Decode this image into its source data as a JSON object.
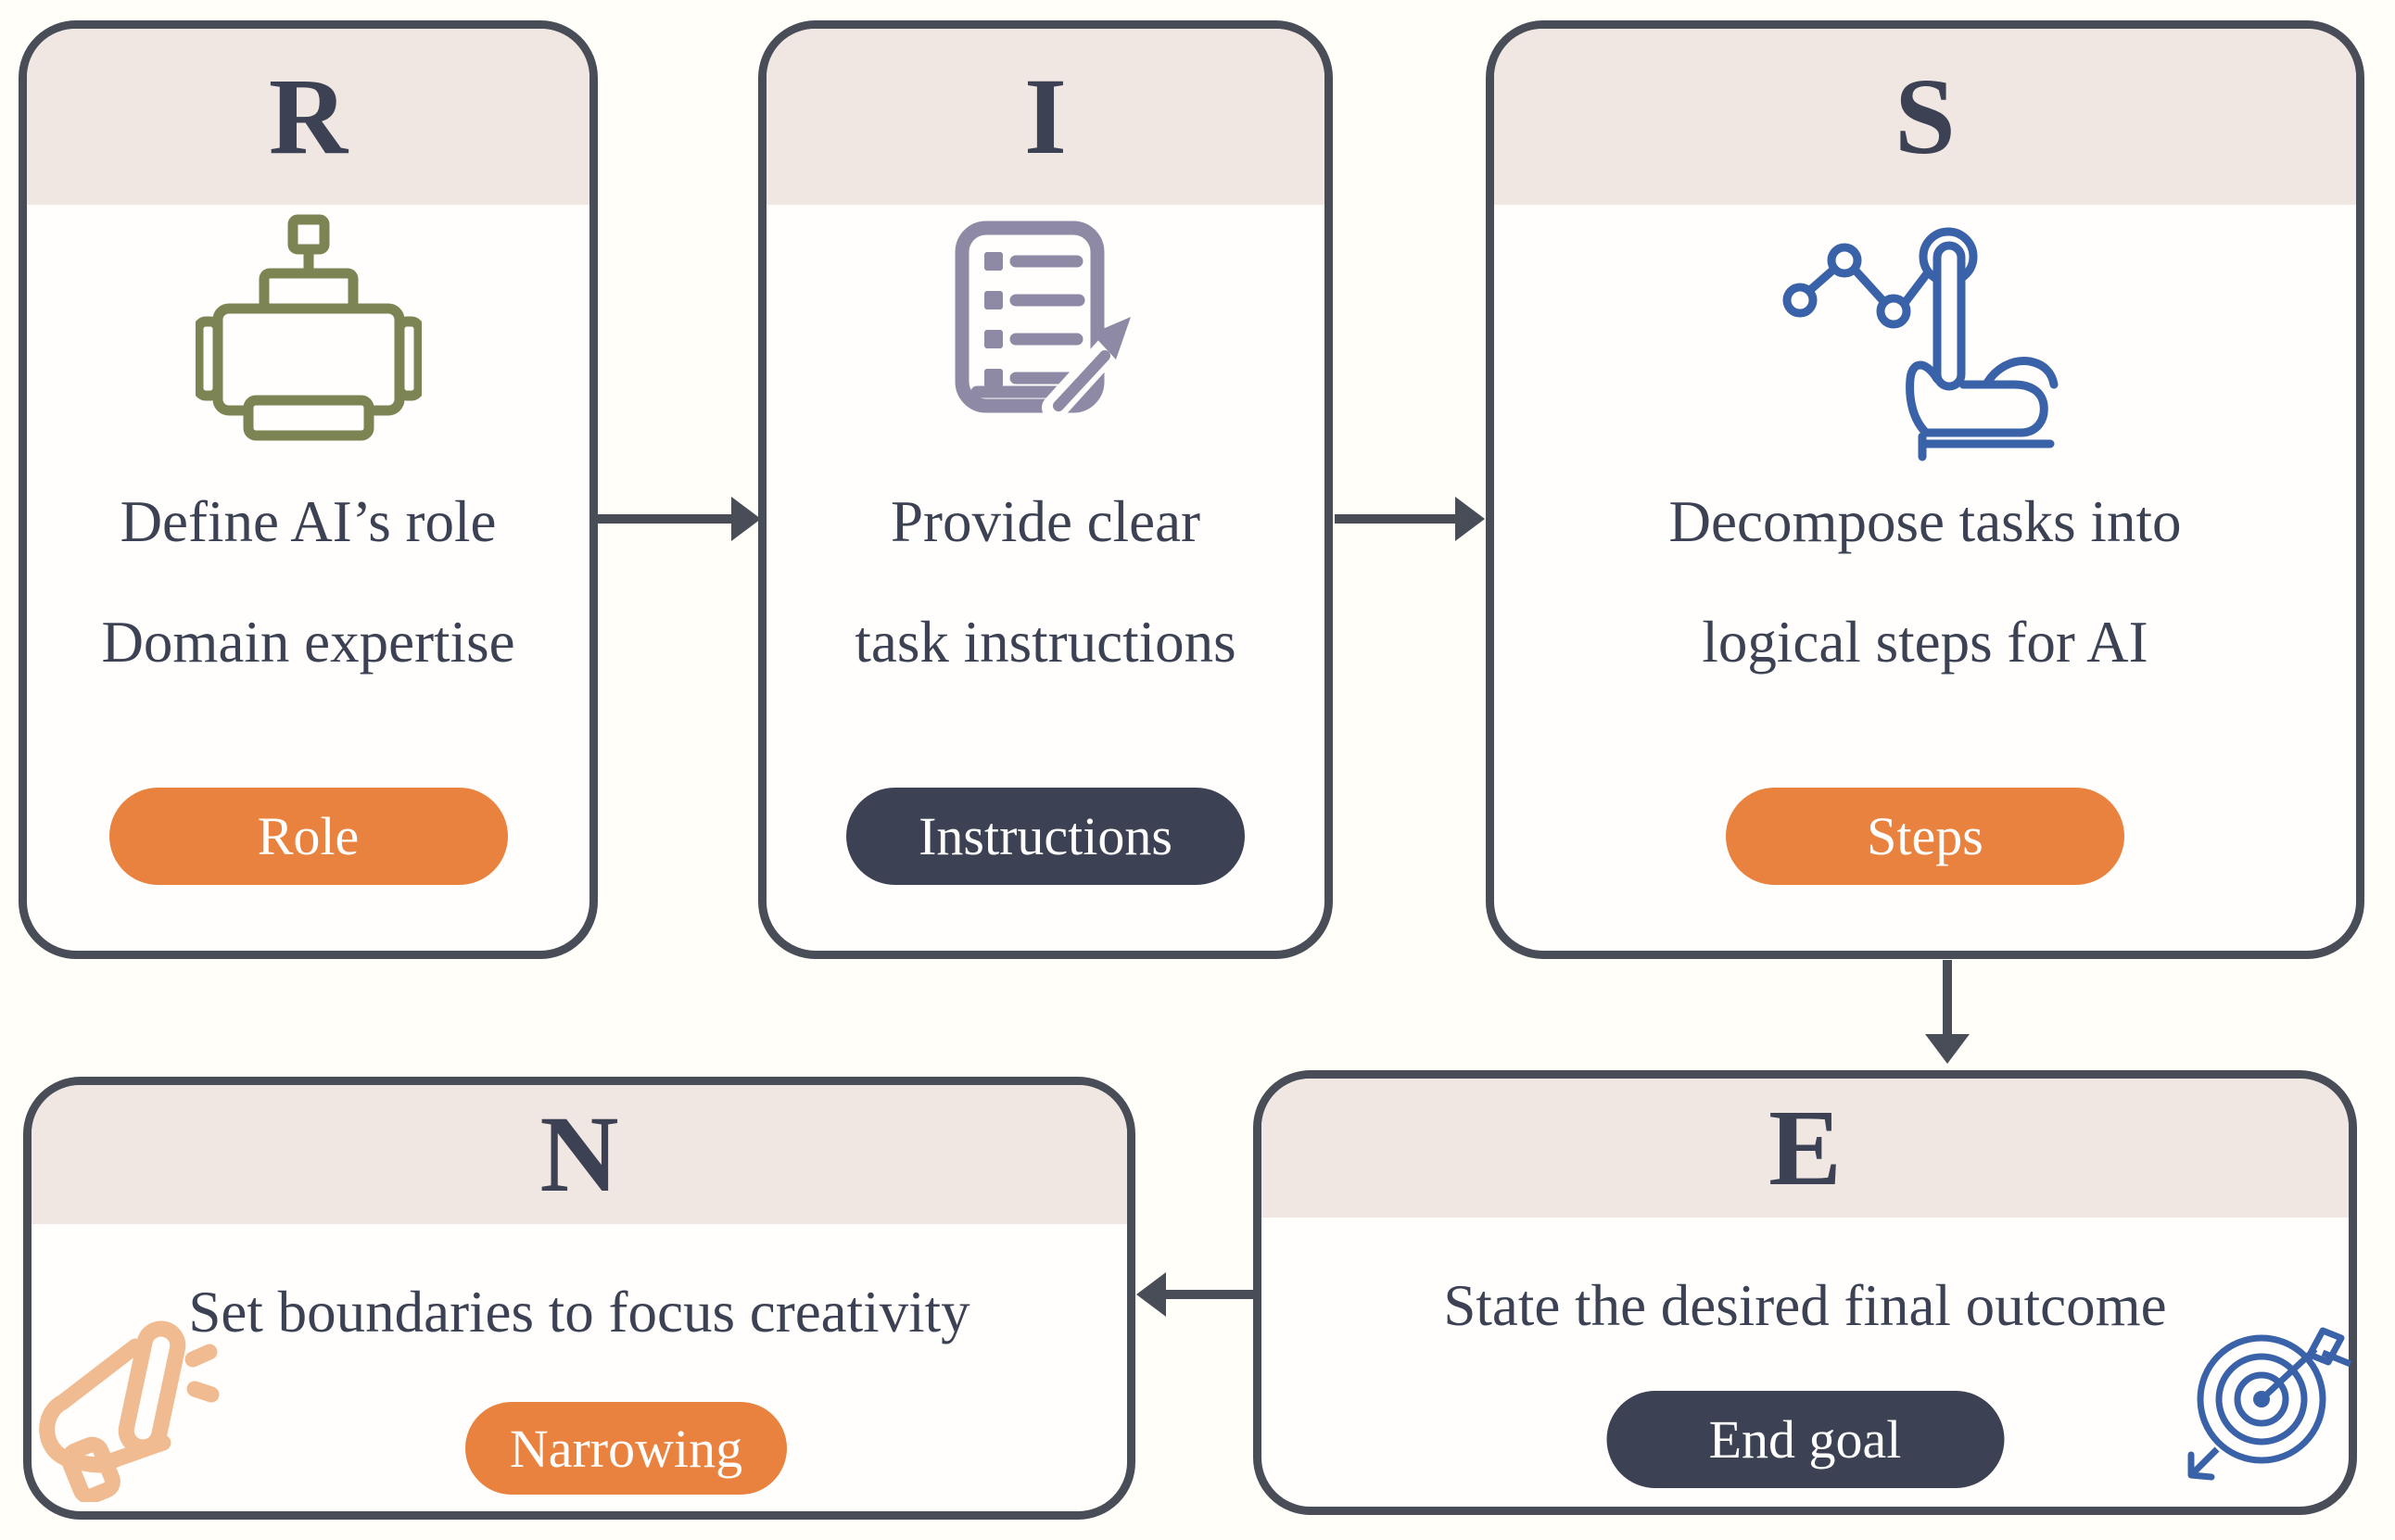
{
  "diagram": {
    "connections": [
      {
        "from": "R",
        "to": "I"
      },
      {
        "from": "I",
        "to": "S"
      },
      {
        "from": "S",
        "to": "E"
      },
      {
        "from": "E",
        "to": "N"
      }
    ]
  },
  "palette": {
    "background": "#FFFEF9",
    "card_border": "#494D57",
    "header_bg": "#F0E7E3",
    "text": "#3C4254",
    "badge_orange": "#E8823E",
    "badge_navy": "#3C4254",
    "robot_icon_color": "#7C8454",
    "document_icon_color": "#8E8AA6",
    "blue_icon_color": "#3A62A8",
    "megaphone_icon_color": "#F0BB90",
    "arrow_color": "#494D57"
  },
  "cards": {
    "r": {
      "letter": "R",
      "line1": "Define AI’s role",
      "line2": "Domain expertise",
      "badge": "Role",
      "icon": "robot-icon"
    },
    "i": {
      "letter": "I",
      "line1": "Provide clear",
      "line2": "task instructions",
      "badge": "Instructions",
      "icon": "document-checklist-icon"
    },
    "s": {
      "letter": "S",
      "line1": "Decompose tasks into",
      "line2": "logical steps for AI",
      "badge": "Steps",
      "icon": "hand-tap-chart-icon"
    },
    "e": {
      "letter": "E",
      "line1": "State the desired final outcome",
      "badge": "End goal",
      "icon": "target-arrow-icon"
    },
    "n": {
      "letter": "N",
      "line1": "Set boundaries to focus creativity",
      "badge": "Narrowing",
      "icon": "megaphone-icon"
    }
  }
}
